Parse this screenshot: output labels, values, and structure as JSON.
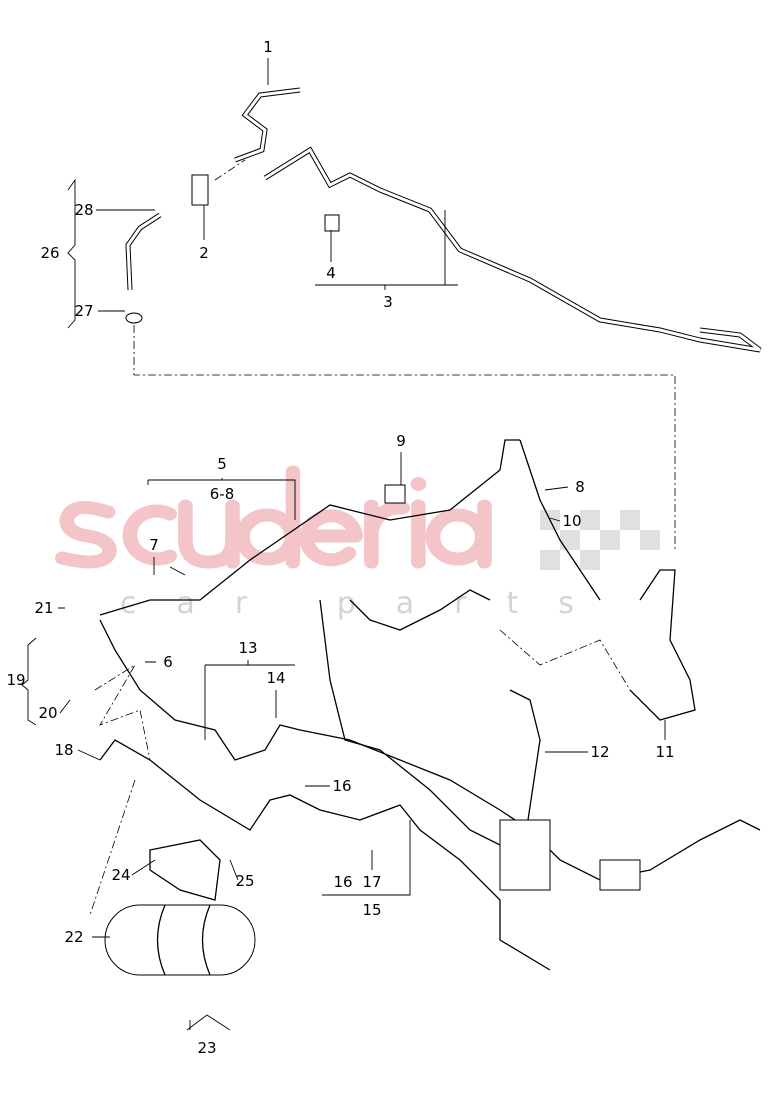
{
  "watermark": {
    "brand": "scuderia",
    "sub": "car parts",
    "brand_color": "#f3c4c8"
  },
  "labels": [
    "1",
    "2",
    "28",
    "26",
    "27",
    "4",
    "3",
    "9",
    "5",
    "6-8",
    "8",
    "10",
    "7",
    "21",
    "6",
    "13",
    "14",
    "19",
    "20",
    "12",
    "11",
    "18",
    "16",
    "16",
    "17",
    "15",
    "24",
    "25",
    "22",
    "23"
  ]
}
